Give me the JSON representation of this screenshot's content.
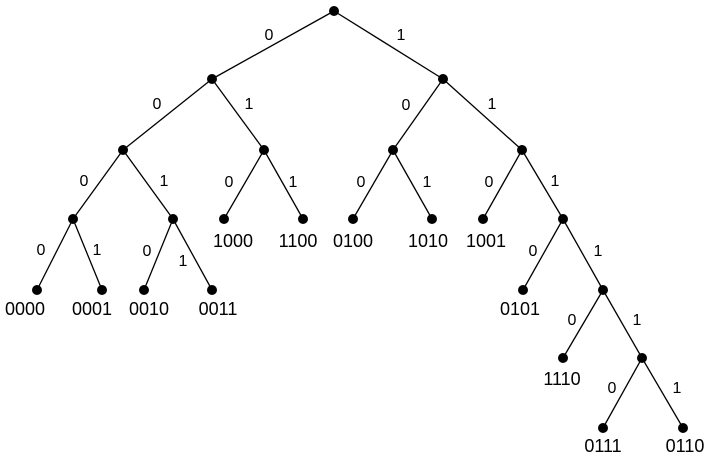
{
  "colors": {
    "background": "#ffffff",
    "ink": "#000000"
  },
  "tree": {
    "edge_labels": {
      "left": "0",
      "right": "1"
    },
    "leaf_codes": [
      "0000",
      "0001",
      "0010",
      "0011",
      "1000",
      "1100",
      "0100",
      "1010",
      "1001",
      "0101",
      "1110",
      "0111",
      "0110"
    ]
  }
}
